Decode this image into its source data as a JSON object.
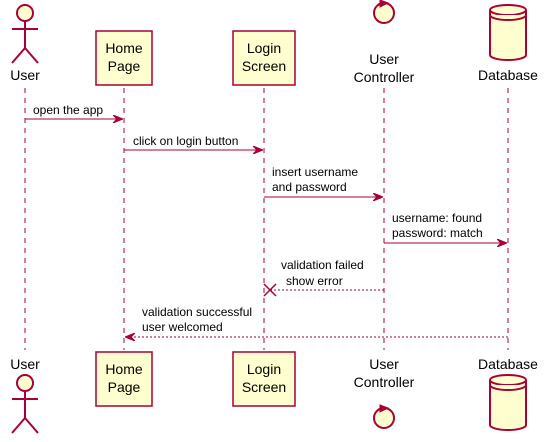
{
  "participants": {
    "user": {
      "label": "User",
      "kind": "actor"
    },
    "home": {
      "line1": "Home",
      "line2": "Page",
      "kind": "participant"
    },
    "login": {
      "line1": "Login",
      "line2": "Screen",
      "kind": "participant"
    },
    "controller": {
      "line1": "User",
      "line2": "Controller",
      "kind": "control"
    },
    "database": {
      "label": "Database",
      "kind": "database"
    }
  },
  "messages": [
    {
      "from": "User",
      "to": "Home Page",
      "lines": [
        "open the app"
      ],
      "style": "solid"
    },
    {
      "from": "Home Page",
      "to": "Login Screen",
      "lines": [
        "click on login button"
      ],
      "style": "solid"
    },
    {
      "from": "Login Screen",
      "to": "User Controller",
      "lines": [
        "insert username",
        "and password"
      ],
      "style": "solid"
    },
    {
      "from": "User Controller",
      "to": "Database",
      "lines": [
        "username: found",
        "password: match"
      ],
      "style": "solid"
    },
    {
      "from": "User Controller",
      "to": "Login Screen",
      "lines": [
        "validation failed",
        "show error"
      ],
      "style": "dashed-lost"
    },
    {
      "from": "Database",
      "to": "Home Page",
      "lines": [
        "validation successful",
        "user welcomed"
      ],
      "style": "dashed"
    }
  ],
  "colors": {
    "accent": "#A80036",
    "participant_fill": "#FEFECE",
    "background": "#FFFFFF"
  }
}
